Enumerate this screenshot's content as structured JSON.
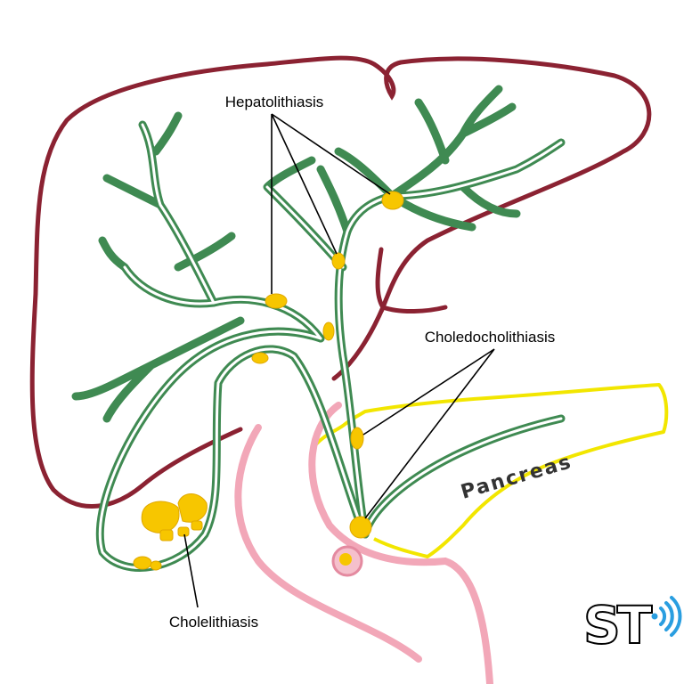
{
  "labels": {
    "hepatolithiasis": "Hepatolithiasis",
    "choledocholithiasis": "Choledocholithiasis",
    "cholelithiasis": "Cholelithiasis",
    "pancreas": "Pancreas"
  },
  "logo": {
    "text": "ST",
    "icon": "broadcast-waves-icon"
  },
  "colors": {
    "liver_outline": "#8b2232",
    "bile_ducts": "#3f8a52",
    "stones": "#f7c600",
    "pancreatic_duct": "#f2a7b8",
    "pancreas_outline": "#f2e600",
    "logo_waves": "#2a9ee0"
  }
}
